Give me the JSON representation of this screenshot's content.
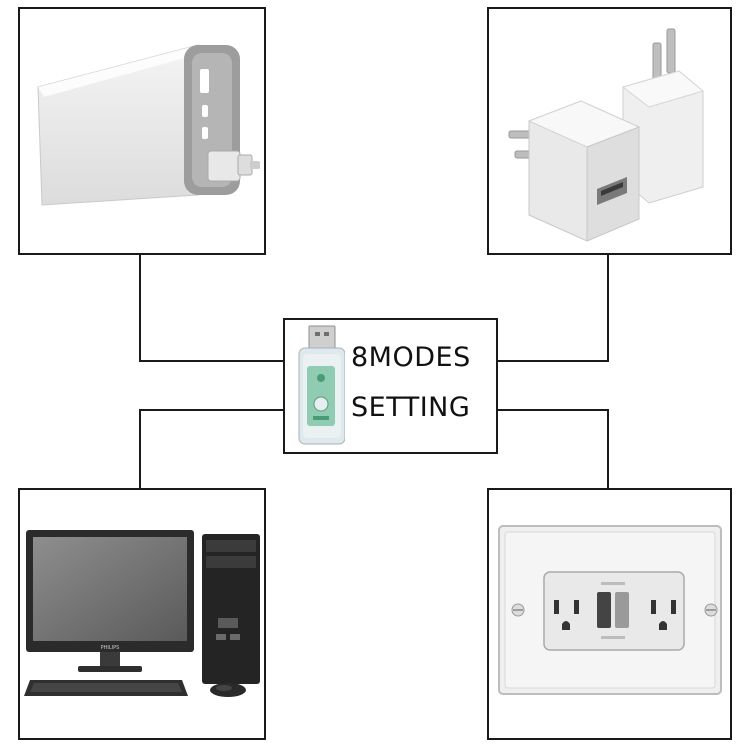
{
  "center": {
    "line1": "8MODES",
    "line2": "SETTING"
  },
  "devices": {
    "top_left": {
      "icon": "power-bank"
    },
    "top_right": {
      "icon": "usb-wall-charger"
    },
    "bottom_left": {
      "icon": "desktop-computer",
      "monitor_brand": "PHILIPS"
    },
    "bottom_right": {
      "icon": "wall-outlet"
    }
  }
}
